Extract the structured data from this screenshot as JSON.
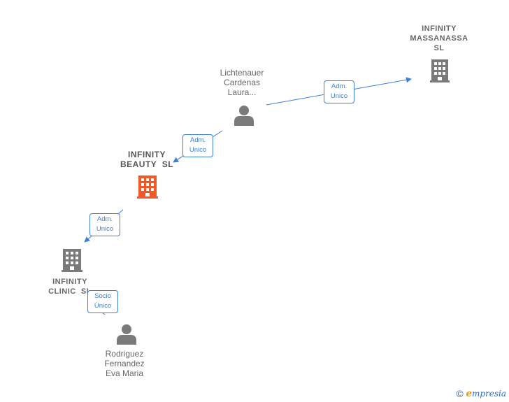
{
  "colors": {
    "edge": "#3d7fd6",
    "company": "#7a7a7a",
    "company_main": "#f05a28",
    "person": "#7a7a7a"
  },
  "nodes": {
    "infinity_massanassa": {
      "lines": [
        "INFINITY",
        "MASSANASSA",
        "SL"
      ],
      "icon": "building-icon"
    },
    "lichtenauer": {
      "lines": [
        "Lichtenauer",
        "Cardenas",
        "Laura..."
      ],
      "icon": "person-icon"
    },
    "infinity_beauty": {
      "lines": [
        "INFINITY",
        "BEAUTY  SL"
      ],
      "icon": "building-icon"
    },
    "infinity_clinic": {
      "lines": [
        "INFINITY",
        "CLINIC  SL"
      ],
      "icon": "building-icon"
    },
    "rodriguez": {
      "lines": [
        "Rodriguez",
        "Fernandez",
        "Eva Maria"
      ],
      "icon": "person-icon"
    }
  },
  "edges": {
    "e1": {
      "lines": [
        "Adm.",
        "Unico"
      ]
    },
    "e2": {
      "lines": [
        "Adm.",
        "Unico"
      ]
    },
    "e3": {
      "lines": [
        "Adm.",
        "Unico"
      ]
    },
    "e4": {
      "lines": [
        "Socio",
        "Único"
      ]
    }
  },
  "footer": {
    "copyright_symbol": "©",
    "brand_initial": "e",
    "brand_rest": "mpresia"
  }
}
